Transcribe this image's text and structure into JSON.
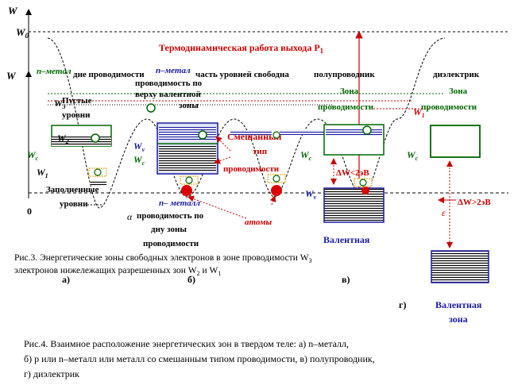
{
  "colors": {
    "black": "#000000",
    "red": "#cc0000",
    "green": "#006600",
    "blue": "#1a1aa0",
    "band_fill": "#dde4f7",
    "orange": "#e69900",
    "white": "#ffffff"
  },
  "axis": {
    "w_upper": "W",
    "w0": "W",
    "w0_sub": "0",
    "w_lower": "W",
    "origin": "0"
  },
  "labels": {
    "work_function": "Термодинамическая работа выхода P",
    "work_function_sub": "1",
    "n_metal_top_1": "n–метал",
    "n_metal_top_2": "n–метал",
    "overlap_top_1": "дне проводимости",
    "overlap_top_2": "часть уровней свободна",
    "semiconductor_title": "полупроводник",
    "dielectric_title": "диэлектрик",
    "conduct_top": "проводимость по",
    "conduct_top_2": "верху валентной",
    "conduct_top_3": "зоны",
    "empty_levels_1": "Пустые",
    "empty_levels_2": "уровни",
    "w3": "W",
    "w3_sub": "3",
    "w2": "W",
    "w2_sub": "2",
    "w1": "W",
    "w1_sub": "1",
    "wc_a": "W",
    "wc_a_sub": "c",
    "wv_b": "W",
    "wv_b_sub": "v",
    "wc_b": "W",
    "wc_b_sub": "c",
    "mixed_1": "Смешанный",
    "mixed_2": "тип",
    "mixed_3": "проводимости",
    "zona_v_1": "Зона",
    "zona_v_2": "проводимости",
    "wc_v": "W",
    "wc_v_sub": "c",
    "wv_v": "W",
    "wv_v_sub": "v",
    "gap_v": "ΔW<2эВ",
    "zona_g_1": "Зона",
    "zona_g_2": "проводимости",
    "w_red": "W",
    "w_red_sub": "1",
    "wc_g": "W",
    "wc_g_sub": "c",
    "gap_g": "ΔW>2эВ",
    "filled_levels_1": "Заполненные",
    "filled_levels_2": "уровни",
    "n_metal_bottom": "n– металл",
    "atoms": "атомы",
    "a_conduct_1": "проводимость по",
    "a_conduct_2": "дну зоны",
    "a_conduct_3": "проводимости",
    "valence_v_1": "Валентная",
    "valence_g_1": "Валентная",
    "valence_g_2": "зона",
    "fig3_caption_1": "Рис.3. Энергетические зоны свободных электронов в зоне проводимости W",
    "fig3_caption_1_sub": "3",
    "fig3_caption_2": "электронов нижележащих разрешенных зон W",
    "fig3_caption_2_sub": "2",
    "fig3_caption_2b": " и W",
    "fig3_caption_2b_sub": "1",
    "sub_a": "а)",
    "sub_b": "б)",
    "sub_v": "в)",
    "sub_g": "г)",
    "fig4_caption_1": "Рис.4. Взаимное расположение энергетических зон в твердом теле: а) n–металл,",
    "fig4_caption_2": "б) p или n–металл или металл со смешанным типом проводимости, в) полупроводник,",
    "fig4_caption_3": "г) диэлектрик"
  }
}
